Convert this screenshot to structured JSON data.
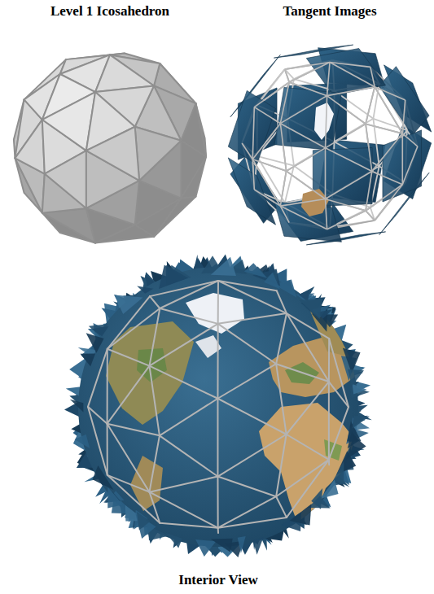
{
  "diagram": {
    "labels": [
      "Level 1 Icosahedron",
      "Tangent Images",
      "Interior View"
    ]
  }
}
